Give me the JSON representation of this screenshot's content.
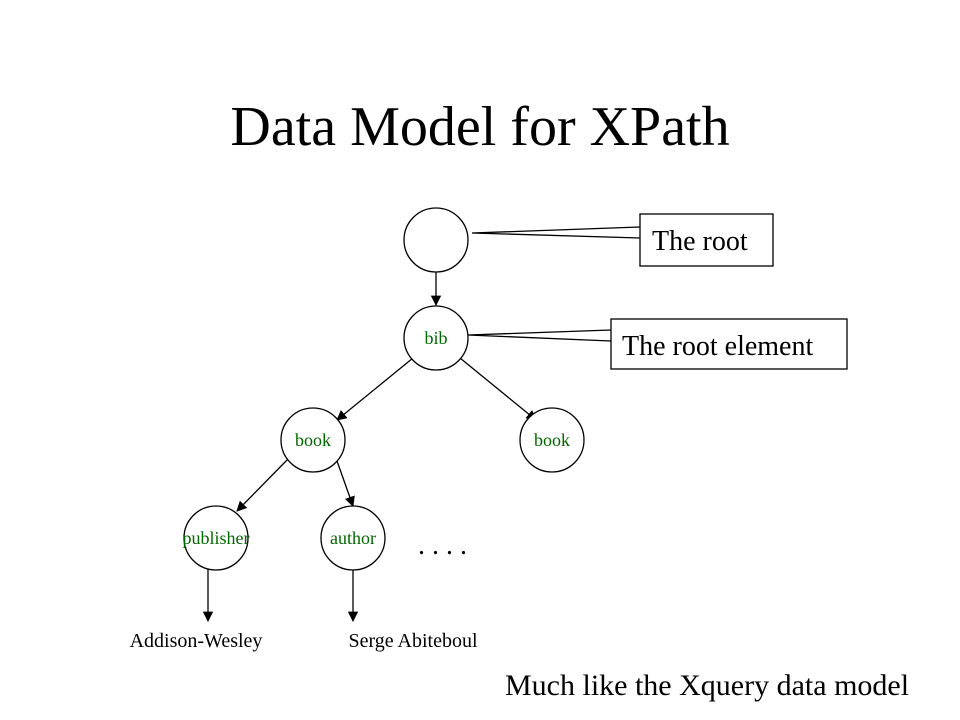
{
  "title": "Data Model for XPath",
  "nodes": {
    "root": "",
    "bib": "bib",
    "book1": "book",
    "book2": "book",
    "publisher": "publisher",
    "author": "author"
  },
  "leaves": {
    "publisher_value": "Addison-Wesley",
    "author_value": "Serge Abiteboul"
  },
  "ellipsis": ". . . .",
  "callouts": {
    "root": "The root",
    "root_element": "The root element"
  },
  "footer": "Much like the Xquery data model",
  "colors": {
    "node_label": "#006600",
    "line": "#000000",
    "background": "#ffffff"
  }
}
